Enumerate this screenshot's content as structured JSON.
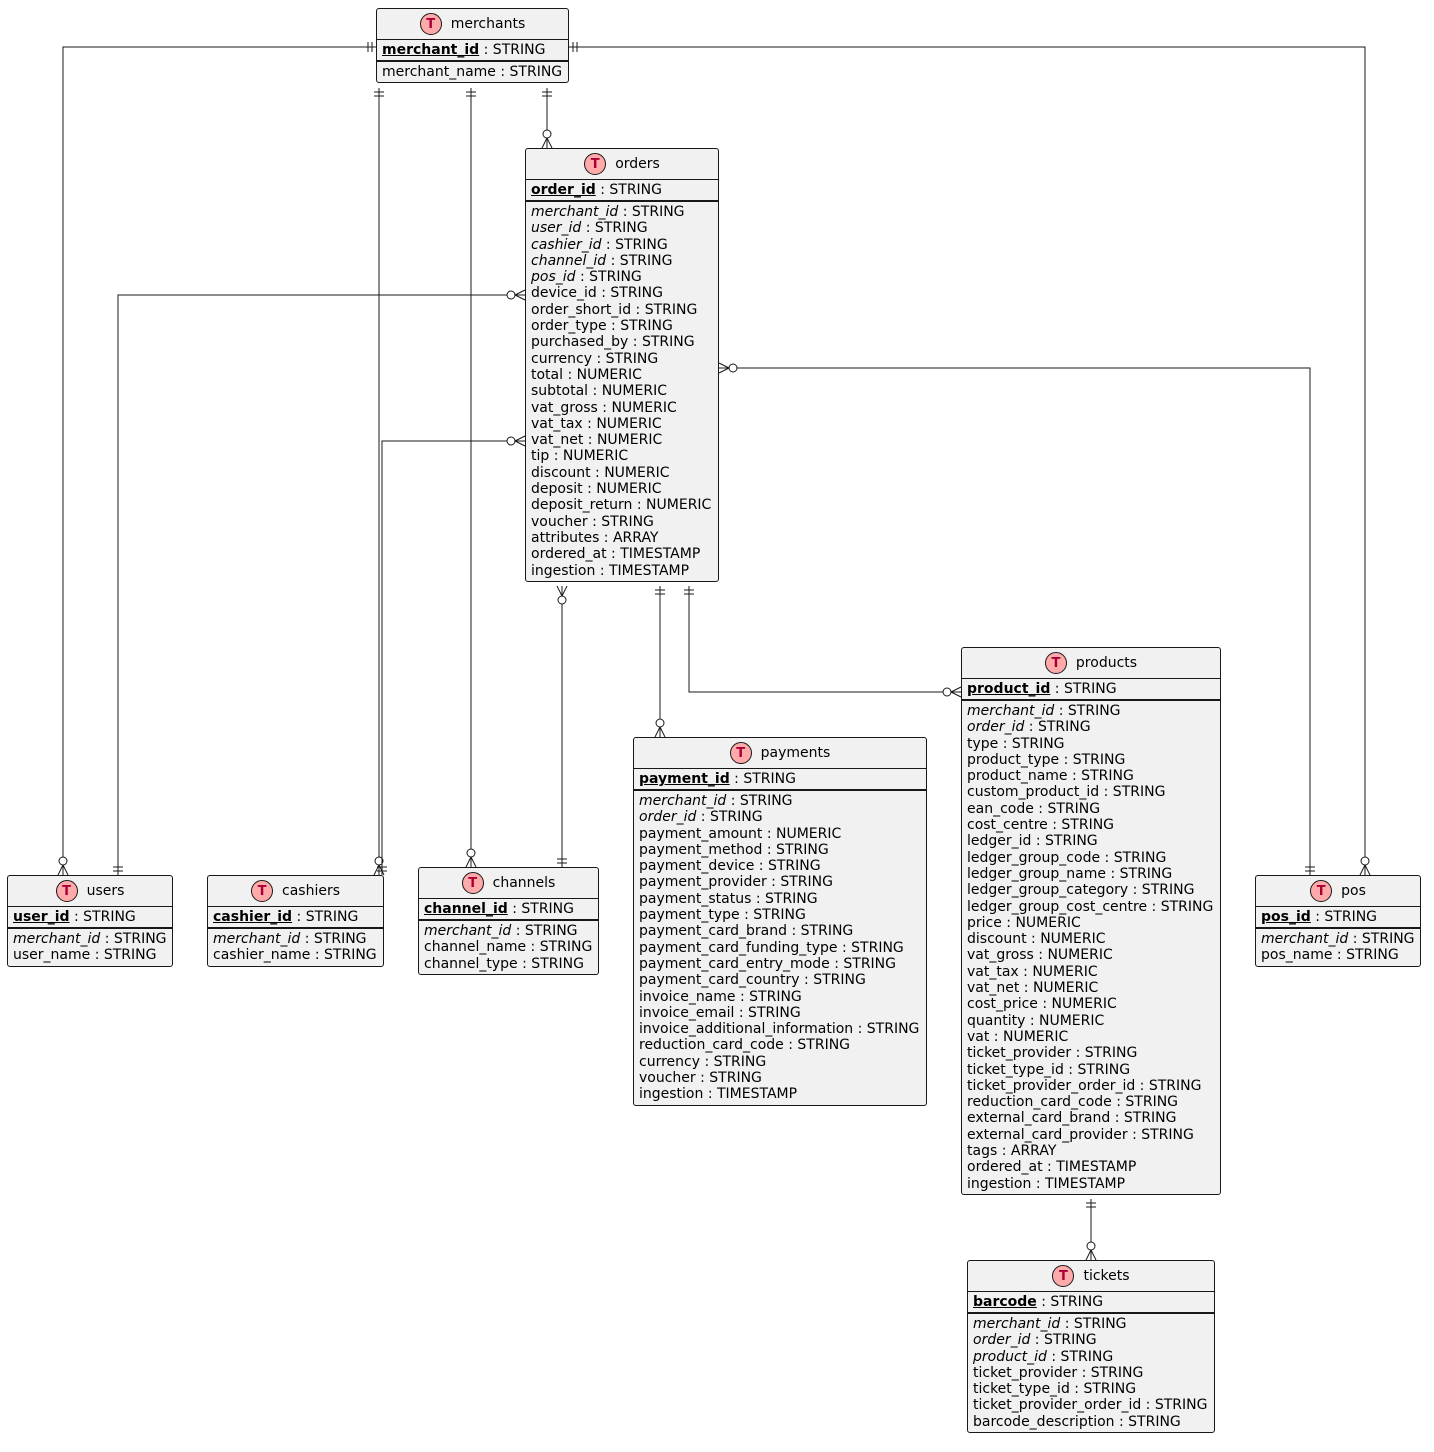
{
  "style": {
    "badge_color": "#A80036",
    "badge_fill": "#FFAAAA",
    "entity_fill": "#F1F1F1",
    "line_color": "#181818"
  },
  "entities": {
    "merchants": {
      "name": "merchants",
      "badge": "T",
      "pk": {
        "name": "merchant_id",
        "type": " : STRING"
      },
      "fields": [
        {
          "name": "merchant_name",
          "type": " : STRING",
          "fk": false
        }
      ]
    },
    "orders": {
      "name": "orders",
      "badge": "T",
      "pk": {
        "name": "order_id",
        "type": " : STRING"
      },
      "fields": [
        {
          "name": "merchant_id",
          "type": " : STRING",
          "fk": true
        },
        {
          "name": "user_id",
          "type": " : STRING",
          "fk": true
        },
        {
          "name": "cashier_id",
          "type": " : STRING",
          "fk": true
        },
        {
          "name": "channel_id",
          "type": " : STRING",
          "fk": true
        },
        {
          "name": "pos_id",
          "type": " : STRING",
          "fk": true
        },
        {
          "name": "device_id",
          "type": " : STRING",
          "fk": false
        },
        {
          "name": "order_short_id",
          "type": " : STRING",
          "fk": false
        },
        {
          "name": "order_type",
          "type": " : STRING",
          "fk": false
        },
        {
          "name": "purchased_by",
          "type": " : STRING",
          "fk": false
        },
        {
          "name": "currency",
          "type": " : STRING",
          "fk": false
        },
        {
          "name": "total",
          "type": " : NUMERIC",
          "fk": false
        },
        {
          "name": "subtotal",
          "type": " : NUMERIC",
          "fk": false
        },
        {
          "name": "vat_gross",
          "type": " : NUMERIC",
          "fk": false
        },
        {
          "name": "vat_tax",
          "type": " : NUMERIC",
          "fk": false
        },
        {
          "name": "vat_net",
          "type": " : NUMERIC",
          "fk": false
        },
        {
          "name": "tip",
          "type": " : NUMERIC",
          "fk": false
        },
        {
          "name": "discount",
          "type": " : NUMERIC",
          "fk": false
        },
        {
          "name": "deposit",
          "type": " : NUMERIC",
          "fk": false
        },
        {
          "name": "deposit_return",
          "type": " : NUMERIC",
          "fk": false
        },
        {
          "name": "voucher",
          "type": " : STRING",
          "fk": false
        },
        {
          "name": "attributes",
          "type": " : ARRAY",
          "fk": false
        },
        {
          "name": "ordered_at",
          "type": " : TIMESTAMP",
          "fk": false
        },
        {
          "name": "ingestion",
          "type": " : TIMESTAMP",
          "fk": false
        }
      ]
    },
    "products": {
      "name": "products",
      "badge": "T",
      "pk": {
        "name": "product_id",
        "type": " : STRING"
      },
      "fields": [
        {
          "name": "merchant_id",
          "type": " : STRING",
          "fk": true
        },
        {
          "name": "order_id",
          "type": " : STRING",
          "fk": true
        },
        {
          "name": "type",
          "type": " : STRING",
          "fk": false
        },
        {
          "name": "product_type",
          "type": " : STRING",
          "fk": false
        },
        {
          "name": "product_name",
          "type": " : STRING",
          "fk": false
        },
        {
          "name": "custom_product_id",
          "type": " : STRING",
          "fk": false
        },
        {
          "name": "ean_code",
          "type": " : STRING",
          "fk": false
        },
        {
          "name": "cost_centre",
          "type": " : STRING",
          "fk": false
        },
        {
          "name": "ledger_id",
          "type": " : STRING",
          "fk": false
        },
        {
          "name": "ledger_group_code",
          "type": " : STRING",
          "fk": false
        },
        {
          "name": "ledger_group_name",
          "type": " : STRING",
          "fk": false
        },
        {
          "name": "ledger_group_category",
          "type": " : STRING",
          "fk": false
        },
        {
          "name": "ledger_group_cost_centre",
          "type": " : STRING",
          "fk": false
        },
        {
          "name": "price",
          "type": " : NUMERIC",
          "fk": false
        },
        {
          "name": "discount",
          "type": " : NUMERIC",
          "fk": false
        },
        {
          "name": "vat_gross",
          "type": " : NUMERIC",
          "fk": false
        },
        {
          "name": "vat_tax",
          "type": " : NUMERIC",
          "fk": false
        },
        {
          "name": "vat_net",
          "type": " : NUMERIC",
          "fk": false
        },
        {
          "name": "cost_price",
          "type": " : NUMERIC",
          "fk": false
        },
        {
          "name": "quantity",
          "type": " : NUMERIC",
          "fk": false
        },
        {
          "name": "vat",
          "type": " : NUMERIC",
          "fk": false
        },
        {
          "name": "ticket_provider",
          "type": " : STRING",
          "fk": false
        },
        {
          "name": "ticket_type_id",
          "type": " : STRING",
          "fk": false
        },
        {
          "name": "ticket_provider_order_id",
          "type": " : STRING",
          "fk": false
        },
        {
          "name": "reduction_card_code",
          "type": " : STRING",
          "fk": false
        },
        {
          "name": "external_card_brand",
          "type": " : STRING",
          "fk": false
        },
        {
          "name": "external_card_provider",
          "type": " : STRING",
          "fk": false
        },
        {
          "name": "tags",
          "type": " : ARRAY",
          "fk": false
        },
        {
          "name": "ordered_at",
          "type": " : TIMESTAMP",
          "fk": false
        },
        {
          "name": "ingestion",
          "type": " : TIMESTAMP",
          "fk": false
        }
      ]
    },
    "payments": {
      "name": "payments",
      "badge": "T",
      "pk": {
        "name": "payment_id",
        "type": " : STRING"
      },
      "fields": [
        {
          "name": "merchant_id",
          "type": " : STRING",
          "fk": true
        },
        {
          "name": "order_id",
          "type": " : STRING",
          "fk": true
        },
        {
          "name": "payment_amount",
          "type": " : NUMERIC",
          "fk": false
        },
        {
          "name": "payment_method",
          "type": " : STRING",
          "fk": false
        },
        {
          "name": "payment_device",
          "type": " : STRING",
          "fk": false
        },
        {
          "name": "payment_provider",
          "type": " : STRING",
          "fk": false
        },
        {
          "name": "payment_status",
          "type": " : STRING",
          "fk": false
        },
        {
          "name": "payment_type",
          "type": " : STRING",
          "fk": false
        },
        {
          "name": "payment_card_brand",
          "type": " : STRING",
          "fk": false
        },
        {
          "name": "payment_card_funding_type",
          "type": " : STRING",
          "fk": false
        },
        {
          "name": "payment_card_entry_mode",
          "type": " : STRING",
          "fk": false
        },
        {
          "name": "payment_card_country",
          "type": " : STRING",
          "fk": false
        },
        {
          "name": "invoice_name",
          "type": " : STRING",
          "fk": false
        },
        {
          "name": "invoice_email",
          "type": " : STRING",
          "fk": false
        },
        {
          "name": "invoice_additional_information",
          "type": " : STRING",
          "fk": false
        },
        {
          "name": "reduction_card_code",
          "type": " : STRING",
          "fk": false
        },
        {
          "name": "currency",
          "type": " : STRING",
          "fk": false
        },
        {
          "name": "voucher",
          "type": " : STRING",
          "fk": false
        },
        {
          "name": "ingestion",
          "type": " : TIMESTAMP",
          "fk": false
        }
      ]
    },
    "users": {
      "name": "users",
      "badge": "T",
      "pk": {
        "name": "user_id",
        "type": " : STRING"
      },
      "fields": [
        {
          "name": "merchant_id",
          "type": " : STRING",
          "fk": true
        },
        {
          "name": "user_name",
          "type": " : STRING",
          "fk": false
        }
      ]
    },
    "cashiers": {
      "name": "cashiers",
      "badge": "T",
      "pk": {
        "name": "cashier_id",
        "type": " : STRING"
      },
      "fields": [
        {
          "name": "merchant_id",
          "type": " : STRING",
          "fk": true
        },
        {
          "name": "cashier_name",
          "type": " : STRING",
          "fk": false
        }
      ]
    },
    "channels": {
      "name": "channels",
      "badge": "T",
      "pk": {
        "name": "channel_id",
        "type": " : STRING"
      },
      "fields": [
        {
          "name": "merchant_id",
          "type": " : STRING",
          "fk": true
        },
        {
          "name": "channel_name",
          "type": " : STRING",
          "fk": false
        },
        {
          "name": "channel_type",
          "type": " : STRING",
          "fk": false
        }
      ]
    },
    "pos": {
      "name": "pos",
      "badge": "T",
      "pk": {
        "name": "pos_id",
        "type": " : STRING"
      },
      "fields": [
        {
          "name": "merchant_id",
          "type": " : STRING",
          "fk": true
        },
        {
          "name": "pos_name",
          "type": " : STRING",
          "fk": false
        }
      ]
    },
    "tickets": {
      "name": "tickets",
      "badge": "T",
      "pk": {
        "name": "barcode",
        "type": " : STRING"
      },
      "fields": [
        {
          "name": "merchant_id",
          "type": " : STRING",
          "fk": true
        },
        {
          "name": "order_id",
          "type": " : STRING",
          "fk": true
        },
        {
          "name": "product_id",
          "type": " : STRING",
          "fk": true
        },
        {
          "name": "ticket_provider",
          "type": " : STRING",
          "fk": false
        },
        {
          "name": "ticket_type_id",
          "type": " : STRING",
          "fk": false
        },
        {
          "name": "ticket_provider_order_id",
          "type": " : STRING",
          "fk": false
        },
        {
          "name": "barcode_description",
          "type": " : STRING",
          "fk": false
        }
      ]
    }
  },
  "relationships": [
    {
      "from": "merchants",
      "to": "users",
      "from_card": "one",
      "to_card": "zero-or-many"
    },
    {
      "from": "merchants",
      "to": "cashiers",
      "from_card": "one",
      "to_card": "zero-or-many"
    },
    {
      "from": "merchants",
      "to": "channels",
      "from_card": "one",
      "to_card": "zero-or-many"
    },
    {
      "from": "merchants",
      "to": "orders",
      "from_card": "one",
      "to_card": "zero-or-many"
    },
    {
      "from": "merchants",
      "to": "pos",
      "from_card": "one",
      "to_card": "zero-or-many"
    },
    {
      "from": "users",
      "to": "orders",
      "from_card": "one",
      "to_card": "zero-or-many"
    },
    {
      "from": "cashiers",
      "to": "orders",
      "from_card": "one",
      "to_card": "zero-or-many"
    },
    {
      "from": "channels",
      "to": "orders",
      "from_card": "one",
      "to_card": "zero-or-many"
    },
    {
      "from": "pos",
      "to": "orders",
      "from_card": "one",
      "to_card": "zero-or-many"
    },
    {
      "from": "orders",
      "to": "payments",
      "from_card": "one",
      "to_card": "zero-or-many"
    },
    {
      "from": "orders",
      "to": "products",
      "from_card": "one",
      "to_card": "zero-or-many"
    },
    {
      "from": "products",
      "to": "tickets",
      "from_card": "one",
      "to_card": "zero-or-many"
    }
  ]
}
